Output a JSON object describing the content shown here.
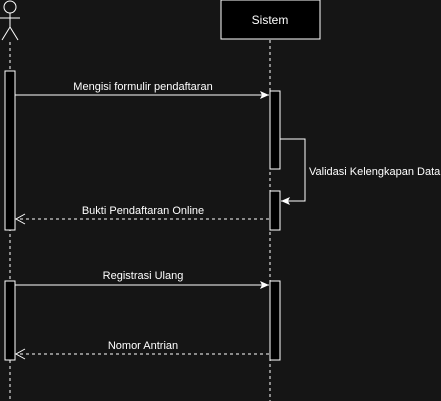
{
  "participants": {
    "actor": {
      "icon": "actor-stick-figure-icon"
    },
    "system": {
      "label": "Sistem"
    }
  },
  "messages": {
    "m1": {
      "label": "Mengisi formulir pendaftaran",
      "style": "solid"
    },
    "m2": {
      "label": "Validasi Kelengkapan Data",
      "style": "self"
    },
    "m3": {
      "label": "Bukti Pendaftaran Online",
      "style": "dashed"
    },
    "m4": {
      "label": "Registrasi Ulang",
      "style": "solid"
    },
    "m5": {
      "label": "Nomor Antrian",
      "style": "dashed"
    }
  },
  "colors": {
    "background": "#151515",
    "line": "#ffffff",
    "box_fill": "#000000"
  }
}
